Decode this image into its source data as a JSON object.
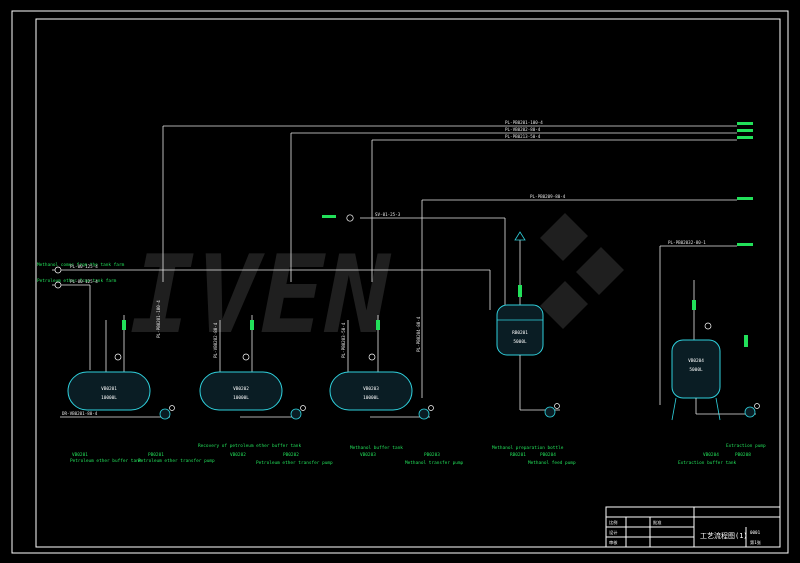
{
  "colors": {
    "background": "#000000",
    "frame": "#ffffff",
    "pipe": "#e6e6e6",
    "vessel": "#2fd0dc",
    "label_green": "#22e05a",
    "watermark": "#bfbfbf"
  },
  "watermark": "IVEN",
  "pipelines": {
    "p1": "PL-PB0201-100-4",
    "p2": "PL-VB0202-80-4",
    "p3": "PL-PB0213-50-4",
    "p4": "PL-PB0209-80-4",
    "p5": "PL-PB02032-80-1",
    "steam": "SV-01-25-3",
    "v1": "PL-PB0201-100-4",
    "v2": "PL-VB0202-80-4",
    "v3": "PL-PB0203-50-4",
    "v4": "PL-PB0204-80-4",
    "b1": "DR-VB0201-80-4",
    "left1": "PL-00-125-4",
    "left2": "PL-00-125-4"
  },
  "left_labels": {
    "line1": "Methanol comes from the tank farm",
    "line2": "Petroleum ether from tank farm"
  },
  "equipment": {
    "tank1": {
      "tag": "VB0201",
      "size": "10000L",
      "code": "VB0201",
      "name": "Petroleum ether buffer tank"
    },
    "pump1": {
      "code": "PB0201",
      "name": "Petroleum ether transfer pump"
    },
    "tank2": {
      "tag": "VB0202",
      "size": "10000L",
      "code": "VB0202",
      "name": "Recovery of petroleum ether buffer tank"
    },
    "pump2": {
      "code": "PB0202",
      "name": "Petroleum ether transfer pump"
    },
    "tank3": {
      "tag": "VB0203",
      "size": "10000L",
      "code": "VB0203",
      "name": "Methanol buffer tank"
    },
    "pump3": {
      "code": "PB0203",
      "name": "Methanol transfer pump"
    },
    "reactor": {
      "tag": "RB0201",
      "size": "5000L",
      "code": "RB0201",
      "name": "Methanol preparation bottle"
    },
    "pump4": {
      "code": "PB0204",
      "name": "Methanol feed pump"
    },
    "tank4": {
      "tag": "VB0204",
      "size": "5000L",
      "code": "VB0204",
      "name": "Extraction buffer tank"
    },
    "pump5": {
      "code": "PB0208",
      "name": "Extraction pump"
    }
  },
  "title_block": {
    "title": "工艺流程图(1)",
    "label_a": "比例",
    "label_b": "设计",
    "label_c": "审核",
    "label_d": "批准",
    "drawing_no": "0001",
    "sheet": "第1张"
  }
}
